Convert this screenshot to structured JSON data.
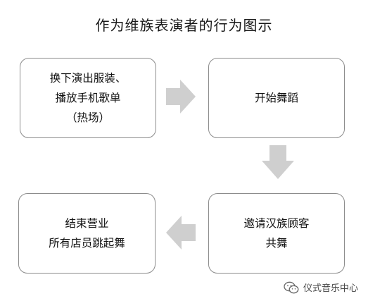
{
  "title": "作为维族表演者的行为图示",
  "steps": [
    {
      "text": "换下演出服装、\n播放手机歌单\n（热场）"
    },
    {
      "text": "开始舞蹈"
    },
    {
      "text": "邀请汉族顾客\n共舞"
    },
    {
      "text": "结束营业\n所有店员跳起舞"
    }
  ],
  "colors": {
    "border": "#8c8c8c",
    "arrow": "#cfcfcf"
  },
  "watermark": {
    "icon": "wechat-icon",
    "text": "仪式音乐中心"
  }
}
